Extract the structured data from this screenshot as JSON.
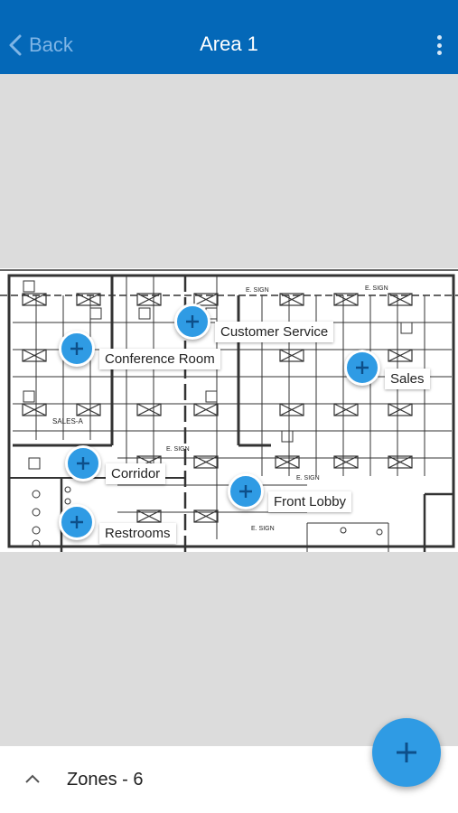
{
  "header": {
    "back_label": "Back",
    "title": "Area 1",
    "background_color": "#0468b8"
  },
  "zones": [
    {
      "label": "Customer Service"
    },
    {
      "label": "Conference Room"
    },
    {
      "label": "Sales"
    },
    {
      "label": "Corridor"
    },
    {
      "label": "Front Lobby"
    },
    {
      "label": "Restrooms"
    }
  ],
  "floorplan_text": {
    "sales_a": "SALES-A",
    "e_sign": "E. SIGN"
  },
  "footer": {
    "zones_label": "Zones - 6"
  },
  "fab": {
    "icon": "plus-icon"
  },
  "accent_color": "#2f9be4"
}
